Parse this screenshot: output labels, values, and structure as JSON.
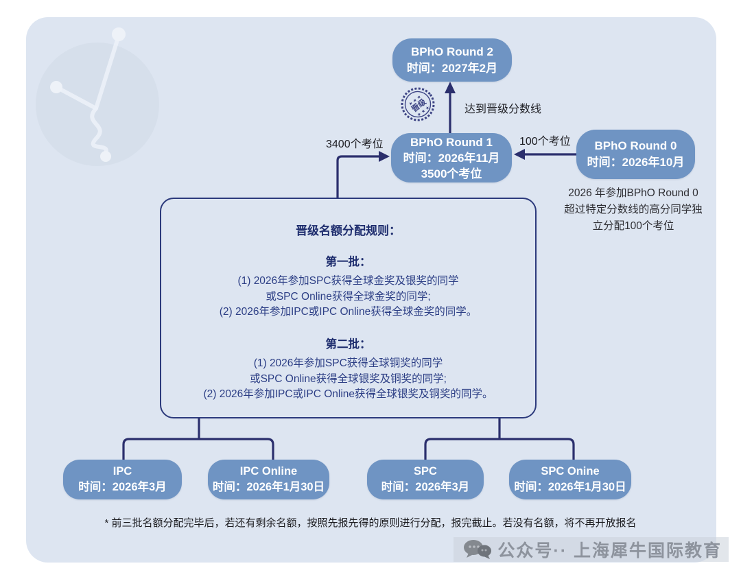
{
  "flow": {
    "round2": {
      "title": "BPhO Round 2",
      "time": "时间：2027年2月"
    },
    "round1": {
      "title": "BPhO Round 1",
      "time": "时间：2026年11月",
      "seats": "3500个考位"
    },
    "round0": {
      "title": "BPhO Round 0",
      "time": "时间：2026年10月",
      "note_lines": [
        "2026 年参加BPhO Round 0",
        "超过特定分数线的高分同学独",
        "立分配100个考位"
      ]
    },
    "labels": {
      "to_round2": "达到晋级分数线",
      "left_seats": "3400个考位",
      "right_seats": "100个考位"
    },
    "stamp_text": "晋级"
  },
  "rules": {
    "title": "晋级名额分配规则：",
    "batch1": {
      "heading": "第一批：",
      "lines": [
        "(1) 2026年参加SPC获得全球金奖及银奖的同学",
        "或SPC Online获得全球金奖的同学;",
        "(2) 2026年参加IPC或IPC Online获得全球金奖的同学。"
      ]
    },
    "batch2": {
      "heading": "第二批：",
      "lines": [
        "(1) 2026年参加SPC获得全球铜奖的同学",
        "或SPC Online获得全球银奖及铜奖的同学;",
        "(2) 2026年参加IPC或IPC Online获得全球银奖及铜奖的同学。"
      ]
    }
  },
  "bottom_boxes": [
    {
      "title": "IPC",
      "time": "时间：2026年3月"
    },
    {
      "title": "IPC Online",
      "time": "时间：2026年1月30日"
    },
    {
      "title": "SPC",
      "time": "时间：2026年3月"
    },
    {
      "title": "SPC Onine",
      "time": "时间：2026年1月30日"
    }
  ],
  "footnote": "* 前三批名额分配完毕后，若还有剩余名额，按照先报先得的原则进行分配，报完截止。若没有名额，将不再开放报名",
  "watermark": {
    "icon": "wechat-bubbles-icon",
    "text": "公众号·· 上海犀牛国际教育"
  },
  "colors": {
    "card_bg": "#dde5f1",
    "node_blue": "#6f94c3",
    "line_navy": "#2b2f6d",
    "rules_border": "#2c3a7c",
    "rules_text": "#2c3e85",
    "stamp_navy": "#3d4484",
    "watermark_gray": "#8d939d"
  }
}
